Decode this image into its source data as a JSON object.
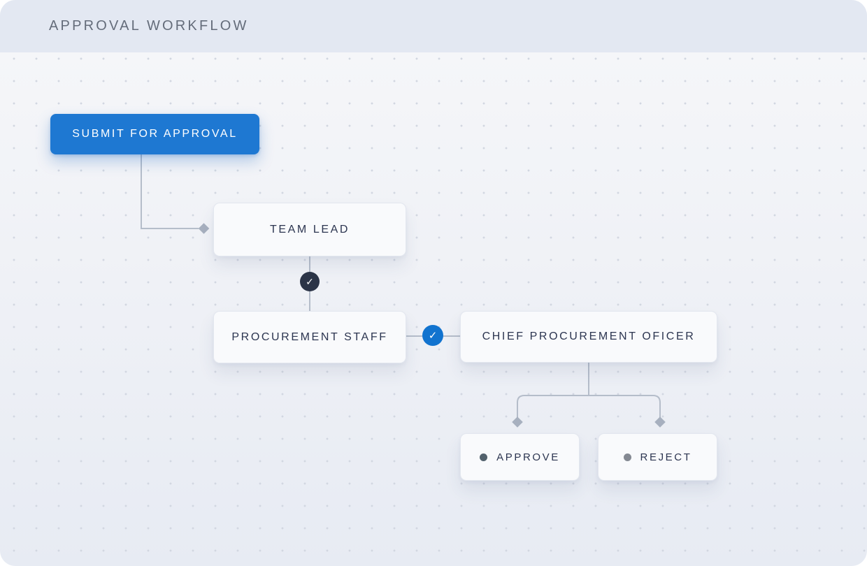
{
  "header": {
    "title": "APPROVAL WORKFLOW"
  },
  "nodes": {
    "submit": {
      "label": "SUBMIT FOR APPROVAL"
    },
    "team_lead": {
      "label": "TEAM LEAD"
    },
    "procurement_staff": {
      "label": "PROCUREMENT STAFF"
    },
    "chief": {
      "label": "CHIEF PROCUREMENT OFICER"
    },
    "approve": {
      "label": "APPROVE"
    },
    "reject": {
      "label": "REJECT"
    }
  },
  "icons": {
    "check": "✓",
    "approve_dot": "status-dot-dark-slate",
    "reject_dot": "status-dot-gray"
  },
  "colors": {
    "header_bg": "#e3e8f2",
    "canvas_bg_top": "#f5f6f9",
    "canvas_bg_bottom": "#e7ebf3",
    "grid_dot": "#d2d7e1",
    "primary_button": "#1e78d2",
    "node_bg": "#f9fafc",
    "node_text": "#2c3550",
    "connector": "#b5bdca",
    "diamond_marker": "#a7b0bf",
    "check_badge_dark": "#2b3447",
    "check_badge_blue": "#1173cf",
    "approve_dot": "#52616c",
    "reject_dot": "#848992"
  }
}
